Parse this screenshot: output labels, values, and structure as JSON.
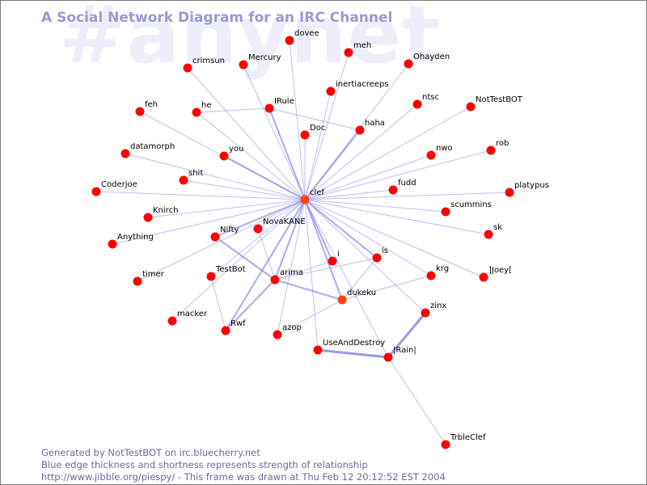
{
  "watermark": "#anynet",
  "title": "A Social Network Diagram for an IRC Channel",
  "footer": {
    "line1": "Generated by NotTestBOT on irc.bluecherry.net",
    "line2": "Blue edge thickness and shortness represents strength of relationship",
    "line3": "http://www.jibble.org/piespy/ - This frame was drawn at Thu Feb 12 20:12:52 EST 2004"
  },
  "colors": {
    "node": "#ff0000",
    "active_node": "#ff4400",
    "edge": "#8888ee",
    "title": "#9a9ad2",
    "watermark": "#eeeefb",
    "footer": "#6b6b9a"
  },
  "nodes": [
    {
      "id": "clef",
      "active": true
    },
    {
      "id": "dovee"
    },
    {
      "id": "meh"
    },
    {
      "id": "crimsun"
    },
    {
      "id": "Mercury"
    },
    {
      "id": "Ohayden"
    },
    {
      "id": "inertiacreeps"
    },
    {
      "id": "ntsc"
    },
    {
      "id": "NotTestBOT"
    },
    {
      "id": "feh"
    },
    {
      "id": "he"
    },
    {
      "id": "IRule"
    },
    {
      "id": "Doc"
    },
    {
      "id": "haha"
    },
    {
      "id": "datamorph"
    },
    {
      "id": "you"
    },
    {
      "id": "nwo"
    },
    {
      "id": "rob"
    },
    {
      "id": "shit"
    },
    {
      "id": "Coderjoe"
    },
    {
      "id": "fudd"
    },
    {
      "id": "platypus"
    },
    {
      "id": "scummins"
    },
    {
      "id": "Knirch"
    },
    {
      "id": "NovaKANE"
    },
    {
      "id": "Nifty"
    },
    {
      "id": "Anything"
    },
    {
      "id": "sk"
    },
    {
      "id": "is"
    },
    {
      "id": "i"
    },
    {
      "id": "timer"
    },
    {
      "id": "TestBot"
    },
    {
      "id": "arima"
    },
    {
      "id": "krg"
    },
    {
      "id": "]Joey["
    },
    {
      "id": "dukeku",
      "active": true
    },
    {
      "id": "zinx"
    },
    {
      "id": "macker"
    },
    {
      "id": "Rwf"
    },
    {
      "id": "azop"
    },
    {
      "id": "UseAndDestroy"
    },
    {
      "id": "|Rain|"
    },
    {
      "id": "TrbleClef"
    }
  ],
  "edges": [
    {
      "source": "clef",
      "target": "dovee",
      "weight": 1
    },
    {
      "source": "clef",
      "target": "meh",
      "weight": 1
    },
    {
      "source": "clef",
      "target": "crimsun",
      "weight": 1
    },
    {
      "source": "clef",
      "target": "Mercury",
      "weight": 1
    },
    {
      "source": "clef",
      "target": "Ohayden",
      "weight": 1
    },
    {
      "source": "clef",
      "target": "inertiacreeps",
      "weight": 1
    },
    {
      "source": "clef",
      "target": "ntsc",
      "weight": 1
    },
    {
      "source": "clef",
      "target": "NotTestBOT",
      "weight": 1
    },
    {
      "source": "clef",
      "target": "feh",
      "weight": 1
    },
    {
      "source": "clef",
      "target": "he",
      "weight": 1
    },
    {
      "source": "clef",
      "target": "IRule",
      "weight": 2
    },
    {
      "source": "clef",
      "target": "Doc",
      "weight": 1
    },
    {
      "source": "clef",
      "target": "haha",
      "weight": 2
    },
    {
      "source": "clef",
      "target": "datamorph",
      "weight": 1
    },
    {
      "source": "clef",
      "target": "you",
      "weight": 2
    },
    {
      "source": "clef",
      "target": "nwo",
      "weight": 1
    },
    {
      "source": "clef",
      "target": "rob",
      "weight": 1
    },
    {
      "source": "clef",
      "target": "shit",
      "weight": 1
    },
    {
      "source": "clef",
      "target": "Coderjoe",
      "weight": 1
    },
    {
      "source": "clef",
      "target": "fudd",
      "weight": 1
    },
    {
      "source": "clef",
      "target": "platypus",
      "weight": 1
    },
    {
      "source": "clef",
      "target": "scummins",
      "weight": 1
    },
    {
      "source": "clef",
      "target": "Knirch",
      "weight": 1
    },
    {
      "source": "clef",
      "target": "NovaKANE",
      "weight": 1
    },
    {
      "source": "clef",
      "target": "Nifty",
      "weight": 2
    },
    {
      "source": "clef",
      "target": "Anything",
      "weight": 1
    },
    {
      "source": "clef",
      "target": "sk",
      "weight": 1
    },
    {
      "source": "clef",
      "target": "is",
      "weight": 2
    },
    {
      "source": "clef",
      "target": "i",
      "weight": 2
    },
    {
      "source": "clef",
      "target": "timer",
      "weight": 1
    },
    {
      "source": "clef",
      "target": "TestBot",
      "weight": 1
    },
    {
      "source": "clef",
      "target": "arima",
      "weight": 2
    },
    {
      "source": "clef",
      "target": "krg",
      "weight": 1
    },
    {
      "source": "clef",
      "target": "]Joey[",
      "weight": 1
    },
    {
      "source": "clef",
      "target": "dukeku",
      "weight": 2
    },
    {
      "source": "clef",
      "target": "zinx",
      "weight": 1
    },
    {
      "source": "clef",
      "target": "macker",
      "weight": 1
    },
    {
      "source": "clef",
      "target": "Rwf",
      "weight": 2
    },
    {
      "source": "clef",
      "target": "azop",
      "weight": 1
    },
    {
      "source": "clef",
      "target": "UseAndDestroy",
      "weight": 1
    },
    {
      "source": "clef",
      "target": "|Rain|",
      "weight": 1
    },
    {
      "source": "he",
      "target": "IRule",
      "weight": 1
    },
    {
      "source": "IRule",
      "target": "haha",
      "weight": 1
    },
    {
      "source": "Nifty",
      "target": "arima",
      "weight": 2
    },
    {
      "source": "NovaKANE",
      "target": "arima",
      "weight": 1
    },
    {
      "source": "arima",
      "target": "is",
      "weight": 1
    },
    {
      "source": "arima",
      "target": "i",
      "weight": 1
    },
    {
      "source": "arima",
      "target": "dukeku",
      "weight": 2
    },
    {
      "source": "arima",
      "target": "Rwf",
      "weight": 2
    },
    {
      "source": "TestBot",
      "target": "Rwf",
      "weight": 1
    },
    {
      "source": "is",
      "target": "dukeku",
      "weight": 1
    },
    {
      "source": "dukeku",
      "target": "krg",
      "weight": 1
    },
    {
      "source": "dukeku",
      "target": "azop",
      "weight": 1
    },
    {
      "source": "UseAndDestroy",
      "target": "|Rain|",
      "weight": 3
    },
    {
      "source": "zinx",
      "target": "|Rain|",
      "weight": 3
    },
    {
      "source": "|Rain|",
      "target": "TrbleClef",
      "weight": 1
    }
  ]
}
